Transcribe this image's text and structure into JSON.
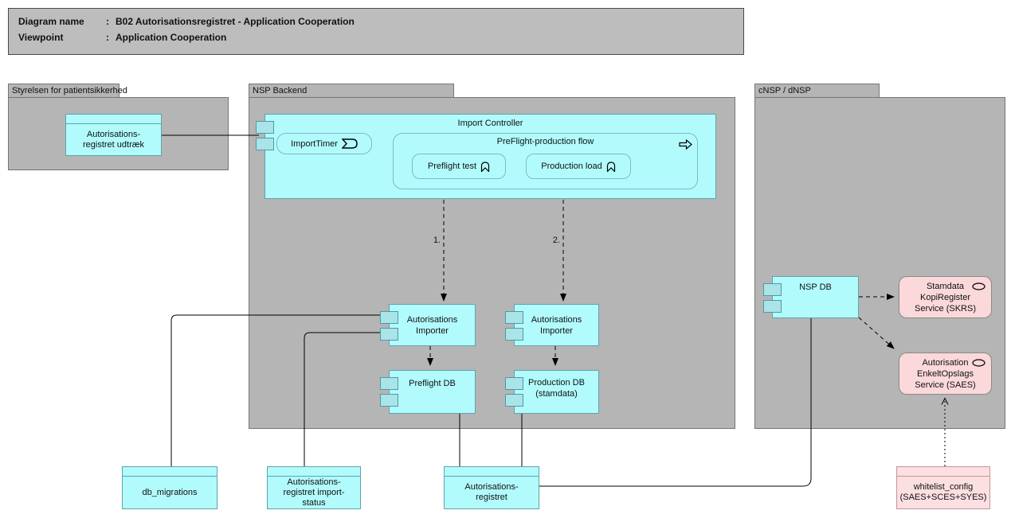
{
  "title_block": {
    "rows": [
      {
        "label": "Diagram name",
        "colon": ":",
        "value": "B02 Autorisationsregistret - Application Cooperation"
      },
      {
        "label": "Viewpoint",
        "colon": ":",
        "value": "Application Cooperation"
      }
    ]
  },
  "groups": {
    "styrelsen": {
      "label": "Styrelsen for patientsikkerhed"
    },
    "nsp_backend": {
      "label": "NSP Backend"
    },
    "cnsp": {
      "label": "cNSP / dNSP"
    }
  },
  "nodes": {
    "udtraek": {
      "lines": [
        "Autorisations-",
        "registret udtræk"
      ]
    },
    "import_controller": {
      "label": "Import Controller"
    },
    "import_timer": {
      "label": "ImportTimer",
      "icon": "application-event-icon"
    },
    "preflight_production_flow": {
      "label": "PreFlight-production flow",
      "icon": "application-process-arrow-icon"
    },
    "preflight_test": {
      "label": "Preflight test",
      "icon": "application-function-chevron-icon"
    },
    "production_load": {
      "label": "Production load",
      "icon": "application-function-chevron-icon"
    },
    "importer_preflight": {
      "lines": [
        "Autorisations",
        "Importer"
      ]
    },
    "importer_production": {
      "lines": [
        "Autorisations",
        "Importer"
      ]
    },
    "preflight_db": {
      "lines": [
        "Preflight DB"
      ]
    },
    "production_db": {
      "lines": [
        "Production DB",
        "(stamdata)"
      ]
    },
    "nsp_db": {
      "label": "NSP DB"
    },
    "skrs": {
      "lines": [
        "Stamdata",
        "KopiRegister",
        "Service (SKRS)"
      ],
      "icon": "application-service-oval-icon"
    },
    "saes": {
      "lines": [
        "Autorisation",
        "EnkeltOpslags",
        "Service (SAES)"
      ],
      "icon": "application-service-oval-icon"
    },
    "db_migrations": {
      "lines": [
        "db_migrations"
      ]
    },
    "import_status": {
      "lines": [
        "Autorisations-",
        "registret import-",
        "status"
      ]
    },
    "aut_registret": {
      "lines": [
        "Autorisations-",
        "registret"
      ]
    },
    "whitelist_config": {
      "lines": [
        "whitelist_config",
        "(SAES+SCES+SYES)"
      ]
    }
  },
  "edge_labels": {
    "step1": "1.",
    "step2": "2."
  },
  "colors": {
    "component_fill": "#b2fbfd",
    "component_border": "#5fa3ab",
    "port_fill": "#a9e4e8",
    "service_fill": "#fbd8da",
    "pink_artifact_fill": "#fcdfe1",
    "pink_artifact_border": "#c5949a",
    "group_fill": "#b5b5b5",
    "group_border": "#757575",
    "title_fill": "#bdbdbd",
    "line_color": "#000000"
  }
}
